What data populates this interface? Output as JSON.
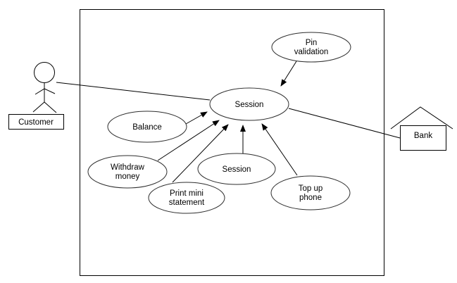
{
  "diagram": {
    "kind": "use-case-diagram",
    "colors": {
      "line": "#000000",
      "ellipse_stroke": "#2e2e2e",
      "background": "#ffffff",
      "text": "#000000"
    },
    "icons": {
      "customer_actor": "stick-figure-icon",
      "bank_actor": "house-icon"
    },
    "actors": {
      "customer": {
        "label": "Customer"
      },
      "bank": {
        "label": "Bank"
      }
    },
    "use_cases": {
      "pin_validation": {
        "line1": "Pin",
        "line2": "validation"
      },
      "session_center": {
        "label": "Session"
      },
      "balance": {
        "label": "Balance"
      },
      "withdraw_money": {
        "line1": "Withdraw",
        "line2": "money"
      },
      "session_bottom": {
        "label": "Session"
      },
      "print_mini_statement": {
        "line1": "Print mini",
        "line2": "statement"
      },
      "top_up_phone": {
        "line1": "Top up",
        "line2": "phone"
      }
    }
  }
}
